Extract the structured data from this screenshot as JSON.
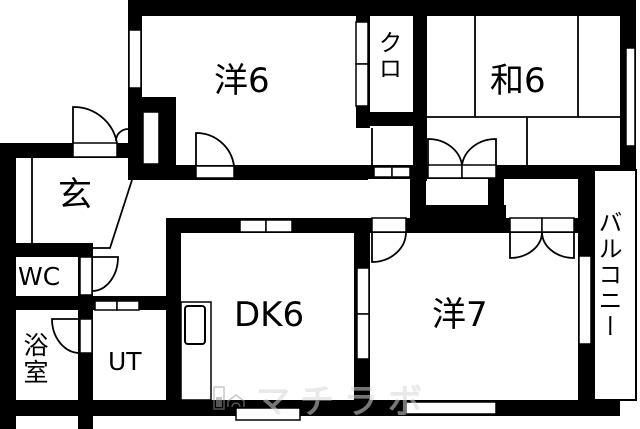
{
  "plan": {
    "type": "apartment floor plan",
    "layout": "3DK",
    "rooms": [
      {
        "id": "western-1",
        "label": "洋6",
        "type": "Western-style room",
        "size_jo": 6
      },
      {
        "id": "closet",
        "label": "クロ",
        "type": "Closet"
      },
      {
        "id": "japanese",
        "label": "和6",
        "type": "Japanese-style room",
        "size_jo": 6
      },
      {
        "id": "entrance",
        "label": "玄",
        "type": "Entrance (genkan)"
      },
      {
        "id": "wc",
        "label": "WC",
        "type": "Toilet"
      },
      {
        "id": "bath",
        "label": "浴室",
        "type": "Bathroom"
      },
      {
        "id": "utility",
        "label": "UT",
        "type": "Utility"
      },
      {
        "id": "dining-kitchen",
        "label": "DK6",
        "type": "Dining kitchen",
        "size_jo": 6
      },
      {
        "id": "western-2",
        "label": "洋7",
        "type": "Western-style room",
        "size_jo": 7
      },
      {
        "id": "balcony",
        "label": "バルコニー",
        "type": "Balcony"
      }
    ]
  },
  "watermark": {
    "text": "マチラボ",
    "icon": "building-house-logo-icon"
  },
  "colors": {
    "wall": "#000000",
    "background": "#ffffff",
    "watermark": "#d8d8d8"
  }
}
